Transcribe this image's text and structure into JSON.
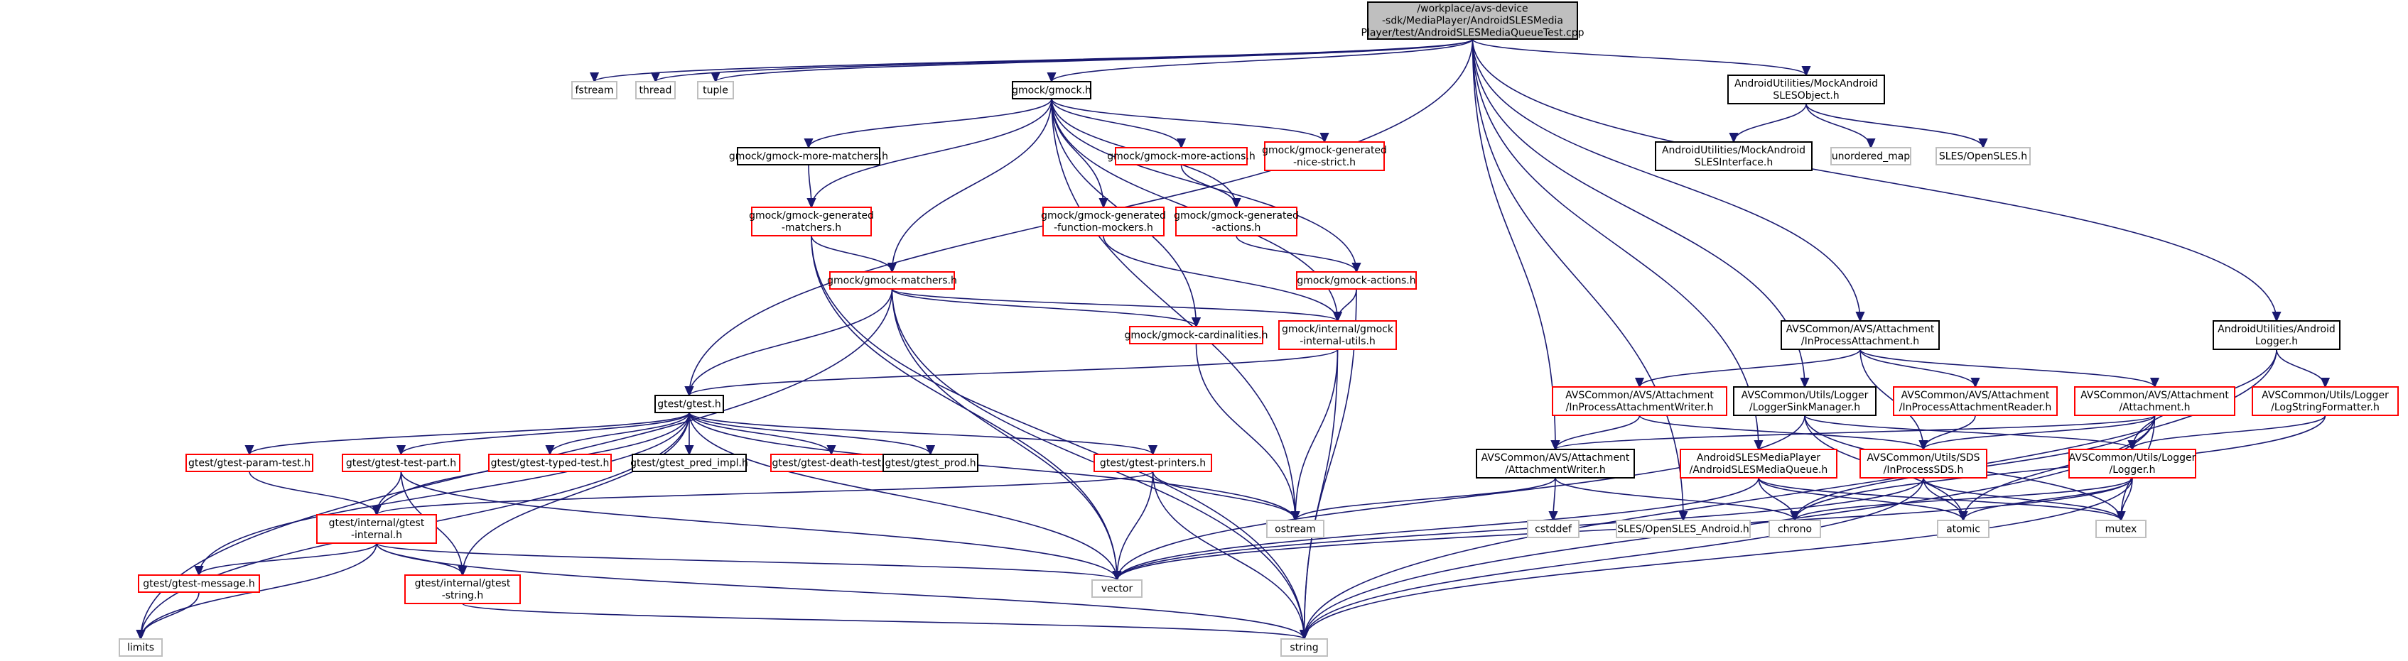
{
  "colors": {
    "edge": "#191970",
    "root_fill": "#bfbfbf",
    "border_doc": "#000000",
    "border_missing_doc": "#ff0000",
    "border_external": "#bfbfbf",
    "fill": "#ffffff"
  },
  "nodes": [
    {
      "id": "root",
      "kind": "root",
      "lines": [
        "/workplace/avs-device",
        "-sdk/MediaPlayer/AndroidSLESMedia",
        "Player/test/AndroidSLESMediaQueueTest.cpp"
      ]
    },
    {
      "id": "fstream",
      "kind": "external",
      "lines": [
        "fstream"
      ]
    },
    {
      "id": "thread",
      "kind": "external",
      "lines": [
        "thread"
      ]
    },
    {
      "id": "tuple",
      "kind": "external",
      "lines": [
        "tuple"
      ]
    },
    {
      "id": "gmock_h",
      "kind": "doc",
      "lines": [
        "gmock/gmock.h"
      ]
    },
    {
      "id": "mock_sles_object",
      "kind": "doc",
      "lines": [
        "AndroidUtilities/MockAndroid",
        "SLESObject.h"
      ]
    },
    {
      "id": "mock_sles_interface",
      "kind": "doc",
      "lines": [
        "AndroidUtilities/MockAndroid",
        "SLESInterface.h"
      ]
    },
    {
      "id": "unordered_map",
      "kind": "external",
      "lines": [
        "unordered_map"
      ]
    },
    {
      "id": "sles_opensles",
      "kind": "external",
      "lines": [
        "SLES/OpenSLES.h"
      ]
    },
    {
      "id": "gmock_more_matchers",
      "kind": "doc",
      "lines": [
        "gmock/gmock-more-matchers.h"
      ]
    },
    {
      "id": "gmock_more_actions",
      "kind": "missing",
      "lines": [
        "gmock/gmock-more-actions.h"
      ]
    },
    {
      "id": "gmock_nice_strict",
      "kind": "missing",
      "lines": [
        "gmock/gmock-generated",
        "-nice-strict.h"
      ]
    },
    {
      "id": "gmock_gen_matchers",
      "kind": "missing",
      "lines": [
        "gmock/gmock-generated",
        "-matchers.h"
      ]
    },
    {
      "id": "gmock_func_mockers",
      "kind": "missing",
      "lines": [
        "gmock/gmock-generated",
        "-function-mockers.h"
      ]
    },
    {
      "id": "gmock_gen_actions",
      "kind": "missing",
      "lines": [
        "gmock/gmock-generated",
        "-actions.h"
      ]
    },
    {
      "id": "gmock_matchers",
      "kind": "missing",
      "lines": [
        "gmock/gmock-matchers.h"
      ]
    },
    {
      "id": "gmock_actions",
      "kind": "missing",
      "lines": [
        "gmock/gmock-actions.h"
      ]
    },
    {
      "id": "gmock_cardinalities",
      "kind": "missing",
      "lines": [
        "gmock/gmock-cardinalities.h"
      ]
    },
    {
      "id": "gmock_internal_utils",
      "kind": "missing",
      "lines": [
        "gmock/internal/gmock",
        "-internal-utils.h"
      ]
    },
    {
      "id": "inprocess_attachment",
      "kind": "doc",
      "lines": [
        "AVSCommon/AVS/Attachment",
        "/InProcessAttachment.h"
      ]
    },
    {
      "id": "android_logger",
      "kind": "doc",
      "lines": [
        "AndroidUtilities/Android",
        "Logger.h"
      ]
    },
    {
      "id": "gtest_h",
      "kind": "doc",
      "lines": [
        "gtest/gtest.h"
      ]
    },
    {
      "id": "inprocess_writer",
      "kind": "missing",
      "lines": [
        "AVSCommon/AVS/Attachment",
        "/InProcessAttachmentWriter.h"
      ]
    },
    {
      "id": "logger_sink_manager",
      "kind": "doc",
      "lines": [
        "AVSCommon/Utils/Logger",
        "/LoggerSinkManager.h"
      ]
    },
    {
      "id": "inprocess_reader",
      "kind": "missing",
      "lines": [
        "AVSCommon/AVS/Attachment",
        "/InProcessAttachmentReader.h"
      ]
    },
    {
      "id": "attachment_h",
      "kind": "missing",
      "lines": [
        "AVSCommon/AVS/Attachment",
        "/Attachment.h"
      ]
    },
    {
      "id": "log_string_formatter",
      "kind": "missing",
      "lines": [
        "AVSCommon/Utils/Logger",
        "/LogStringFormatter.h"
      ]
    },
    {
      "id": "gtest_param_test",
      "kind": "missing",
      "lines": [
        "gtest/gtest-param-test.h"
      ]
    },
    {
      "id": "gtest_test_part",
      "kind": "missing",
      "lines": [
        "gtest/gtest-test-part.h"
      ]
    },
    {
      "id": "gtest_typed_test",
      "kind": "missing",
      "lines": [
        "gtest/gtest-typed-test.h"
      ]
    },
    {
      "id": "gtest_pred_impl",
      "kind": "doc",
      "lines": [
        "gtest/gtest_pred_impl.h"
      ]
    },
    {
      "id": "gtest_death_test",
      "kind": "missing",
      "lines": [
        "gtest/gtest-death-test.h"
      ]
    },
    {
      "id": "gtest_prod",
      "kind": "doc",
      "lines": [
        "gtest/gtest_prod.h"
      ]
    },
    {
      "id": "gtest_printers",
      "kind": "missing",
      "lines": [
        "gtest/gtest-printers.h"
      ]
    },
    {
      "id": "attachment_writer",
      "kind": "doc",
      "lines": [
        "AVSCommon/AVS/Attachment",
        "/AttachmentWriter.h"
      ]
    },
    {
      "id": "sles_media_queue",
      "kind": "missing",
      "lines": [
        "AndroidSLESMediaPlayer",
        "/AndroidSLESMediaQueue.h"
      ]
    },
    {
      "id": "inprocess_sds",
      "kind": "missing",
      "lines": [
        "AVSCommon/Utils/SDS",
        "/InProcessSDS.h"
      ]
    },
    {
      "id": "logger_h",
      "kind": "missing",
      "lines": [
        "AVSCommon/Utils/Logger",
        "/Logger.h"
      ]
    },
    {
      "id": "gtest_internal",
      "kind": "missing",
      "lines": [
        "gtest/internal/gtest",
        "-internal.h"
      ]
    },
    {
      "id": "ostream",
      "kind": "external",
      "lines": [
        "ostream"
      ]
    },
    {
      "id": "cstddef",
      "kind": "external",
      "lines": [
        "cstddef"
      ]
    },
    {
      "id": "sles_android",
      "kind": "external",
      "lines": [
        "SLES/OpenSLES_Android.h"
      ]
    },
    {
      "id": "chrono",
      "kind": "external",
      "lines": [
        "chrono"
      ]
    },
    {
      "id": "atomic",
      "kind": "external",
      "lines": [
        "atomic"
      ]
    },
    {
      "id": "mutex",
      "kind": "external",
      "lines": [
        "mutex"
      ]
    },
    {
      "id": "gtest_message",
      "kind": "missing",
      "lines": [
        "gtest/gtest-message.h"
      ]
    },
    {
      "id": "gtest_internal_string",
      "kind": "missing",
      "lines": [
        "gtest/internal/gtest",
        "-string.h"
      ]
    },
    {
      "id": "vector",
      "kind": "external",
      "lines": [
        "vector"
      ]
    },
    {
      "id": "limits",
      "kind": "external",
      "lines": [
        "limits"
      ]
    },
    {
      "id": "string",
      "kind": "external",
      "lines": [
        "string"
      ]
    }
  ],
  "edges": [
    [
      "root",
      "fstream"
    ],
    [
      "root",
      "thread"
    ],
    [
      "root",
      "tuple"
    ],
    [
      "root",
      "gmock_h"
    ],
    [
      "root",
      "gtest_h"
    ],
    [
      "root",
      "mock_sles_object"
    ],
    [
      "root",
      "inprocess_attachment"
    ],
    [
      "root",
      "android_logger"
    ],
    [
      "root",
      "logger_sink_manager"
    ],
    [
      "root",
      "attachment_writer"
    ],
    [
      "root",
      "sles_media_queue"
    ],
    [
      "root",
      "sles_android"
    ],
    [
      "mock_sles_object",
      "mock_sles_interface"
    ],
    [
      "mock_sles_object",
      "unordered_map"
    ],
    [
      "mock_sles_object",
      "sles_opensles"
    ],
    [
      "gmock_h",
      "gmock_more_matchers"
    ],
    [
      "gmock_h",
      "gmock_more_actions"
    ],
    [
      "gmock_h",
      "gmock_nice_strict"
    ],
    [
      "gmock_h",
      "gmock_gen_matchers"
    ],
    [
      "gmock_h",
      "gmock_func_mockers"
    ],
    [
      "gmock_h",
      "gmock_gen_actions"
    ],
    [
      "gmock_h",
      "gmock_matchers"
    ],
    [
      "gmock_h",
      "gmock_actions"
    ],
    [
      "gmock_h",
      "gmock_internal_utils"
    ],
    [
      "gmock_h",
      "gmock_cardinalities"
    ],
    [
      "gmock_h",
      "ostream"
    ],
    [
      "gmock_more_matchers",
      "gmock_gen_matchers"
    ],
    [
      "gmock_more_actions",
      "gmock_gen_actions"
    ],
    [
      "gmock_gen_matchers",
      "gmock_matchers"
    ],
    [
      "gmock_gen_matchers",
      "string"
    ],
    [
      "gmock_gen_matchers",
      "vector"
    ],
    [
      "gmock_func_mockers",
      "gmock_internal_utils"
    ],
    [
      "gmock_gen_actions",
      "gmock_actions"
    ],
    [
      "gmock_actions",
      "gmock_internal_utils"
    ],
    [
      "gmock_actions",
      "string"
    ],
    [
      "gmock_matchers",
      "gtest_h"
    ],
    [
      "gmock_matchers",
      "gmock_cardinalities"
    ],
    [
      "gmock_matchers",
      "gmock_internal_utils"
    ],
    [
      "gmock_matchers",
      "limits"
    ],
    [
      "gmock_matchers",
      "string"
    ],
    [
      "gmock_matchers",
      "vector"
    ],
    [
      "gmock_cardinalities",
      "ostream"
    ],
    [
      "gmock_internal_utils",
      "gtest_h"
    ],
    [
      "gmock_internal_utils",
      "ostream"
    ],
    [
      "gmock_internal_utils",
      "string"
    ],
    [
      "gtest_h",
      "gtest_param_test"
    ],
    [
      "gtest_h",
      "gtest_test_part"
    ],
    [
      "gtest_h",
      "gtest_typed_test"
    ],
    [
      "gtest_h",
      "gtest_pred_impl"
    ],
    [
      "gtest_h",
      "gtest_death_test"
    ],
    [
      "gtest_h",
      "gtest_prod"
    ],
    [
      "gtest_h",
      "gtest_printers"
    ],
    [
      "gtest_h",
      "gtest_internal"
    ],
    [
      "gtest_h",
      "gtest_message"
    ],
    [
      "gtest_h",
      "gtest_internal_string"
    ],
    [
      "gtest_h",
      "ostream"
    ],
    [
      "gtest_h",
      "vector"
    ],
    [
      "gtest_h",
      "limits"
    ],
    [
      "gtest_param_test",
      "gtest_internal"
    ],
    [
      "gtest_test_part",
      "gtest_internal"
    ],
    [
      "gtest_test_part",
      "gtest_internal_string"
    ],
    [
      "gtest_test_part",
      "vector"
    ],
    [
      "gtest_printers",
      "gtest_internal"
    ],
    [
      "gtest_printers",
      "ostream"
    ],
    [
      "gtest_printers",
      "vector"
    ],
    [
      "gtest_printers",
      "string"
    ],
    [
      "gtest_internal",
      "gtest_message"
    ],
    [
      "gtest_internal",
      "gtest_internal_string"
    ],
    [
      "gtest_internal",
      "vector"
    ],
    [
      "gtest_internal",
      "limits"
    ],
    [
      "gtest_internal",
      "string"
    ],
    [
      "gtest_message",
      "limits"
    ],
    [
      "gtest_internal_string",
      "string"
    ],
    [
      "inprocess_attachment",
      "inprocess_writer"
    ],
    [
      "inprocess_attachment",
      "inprocess_reader"
    ],
    [
      "inprocess_attachment",
      "attachment_h"
    ],
    [
      "inprocess_attachment",
      "inprocess_sds"
    ],
    [
      "inprocess_writer",
      "attachment_writer"
    ],
    [
      "inprocess_writer",
      "inprocess_sds"
    ],
    [
      "inprocess_reader",
      "inprocess_sds"
    ],
    [
      "attachment_h",
      "attachment_writer"
    ],
    [
      "attachment_h",
      "inprocess_sds"
    ],
    [
      "attachment_h",
      "chrono"
    ],
    [
      "attachment_h",
      "atomic"
    ],
    [
      "attachment_h",
      "mutex"
    ],
    [
      "attachment_h",
      "string"
    ],
    [
      "attachment_writer",
      "cstddef"
    ],
    [
      "attachment_writer",
      "chrono"
    ],
    [
      "attachment_writer",
      "ostream"
    ],
    [
      "logger_sink_manager",
      "logger_h"
    ],
    [
      "logger_sink_manager",
      "atomic"
    ],
    [
      "logger_sink_manager",
      "mutex"
    ],
    [
      "logger_sink_manager",
      "vector"
    ],
    [
      "android_logger",
      "log_string_formatter"
    ],
    [
      "android_logger",
      "logger_h"
    ],
    [
      "android_logger",
      "string"
    ],
    [
      "log_string_formatter",
      "logger_h"
    ],
    [
      "log_string_formatter",
      "chrono"
    ],
    [
      "logger_h",
      "chrono"
    ],
    [
      "logger_h",
      "atomic"
    ],
    [
      "logger_h",
      "mutex"
    ],
    [
      "logger_h",
      "vector"
    ],
    [
      "logger_h",
      "string"
    ],
    [
      "sles_media_queue",
      "chrono"
    ],
    [
      "sles_media_queue",
      "atomic"
    ],
    [
      "sles_media_queue",
      "mutex"
    ],
    [
      "sles_media_queue",
      "vector"
    ],
    [
      "inprocess_sds",
      "atomic"
    ],
    [
      "inprocess_sds",
      "mutex"
    ],
    [
      "inprocess_sds",
      "vector"
    ],
    [
      "inprocess_sds",
      "string"
    ]
  ]
}
